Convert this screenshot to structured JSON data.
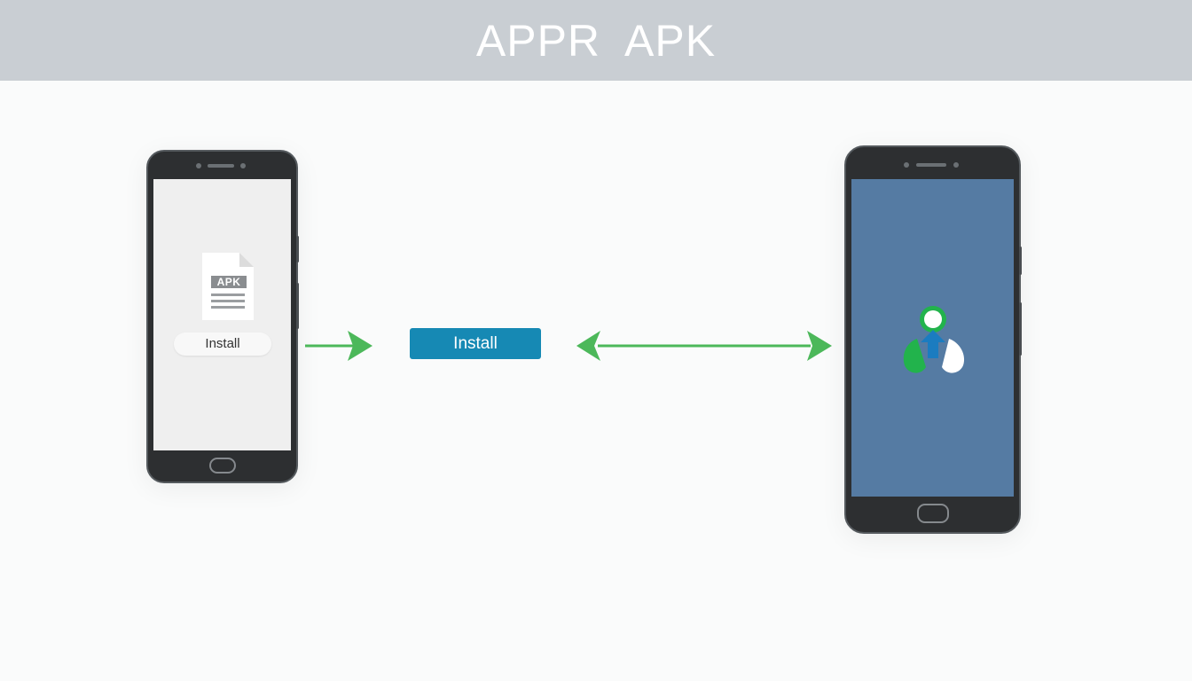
{
  "header": {
    "title": "APPR  APK"
  },
  "left_phone": {
    "file_badge": "APK",
    "install_label": "Install"
  },
  "center": {
    "install_label": "Install"
  },
  "colors": {
    "header_bg": "#c9ced3",
    "arrow_green": "#4cb85a",
    "button_blue": "#1689b4",
    "screen_blue": "#557ba3",
    "icon_green": "#22b34c"
  },
  "icons": {
    "file": "apk-file-icon",
    "app": "app-person-icon",
    "arrow_right": "arrow-right-icon",
    "arrow_double": "double-arrow-icon"
  }
}
